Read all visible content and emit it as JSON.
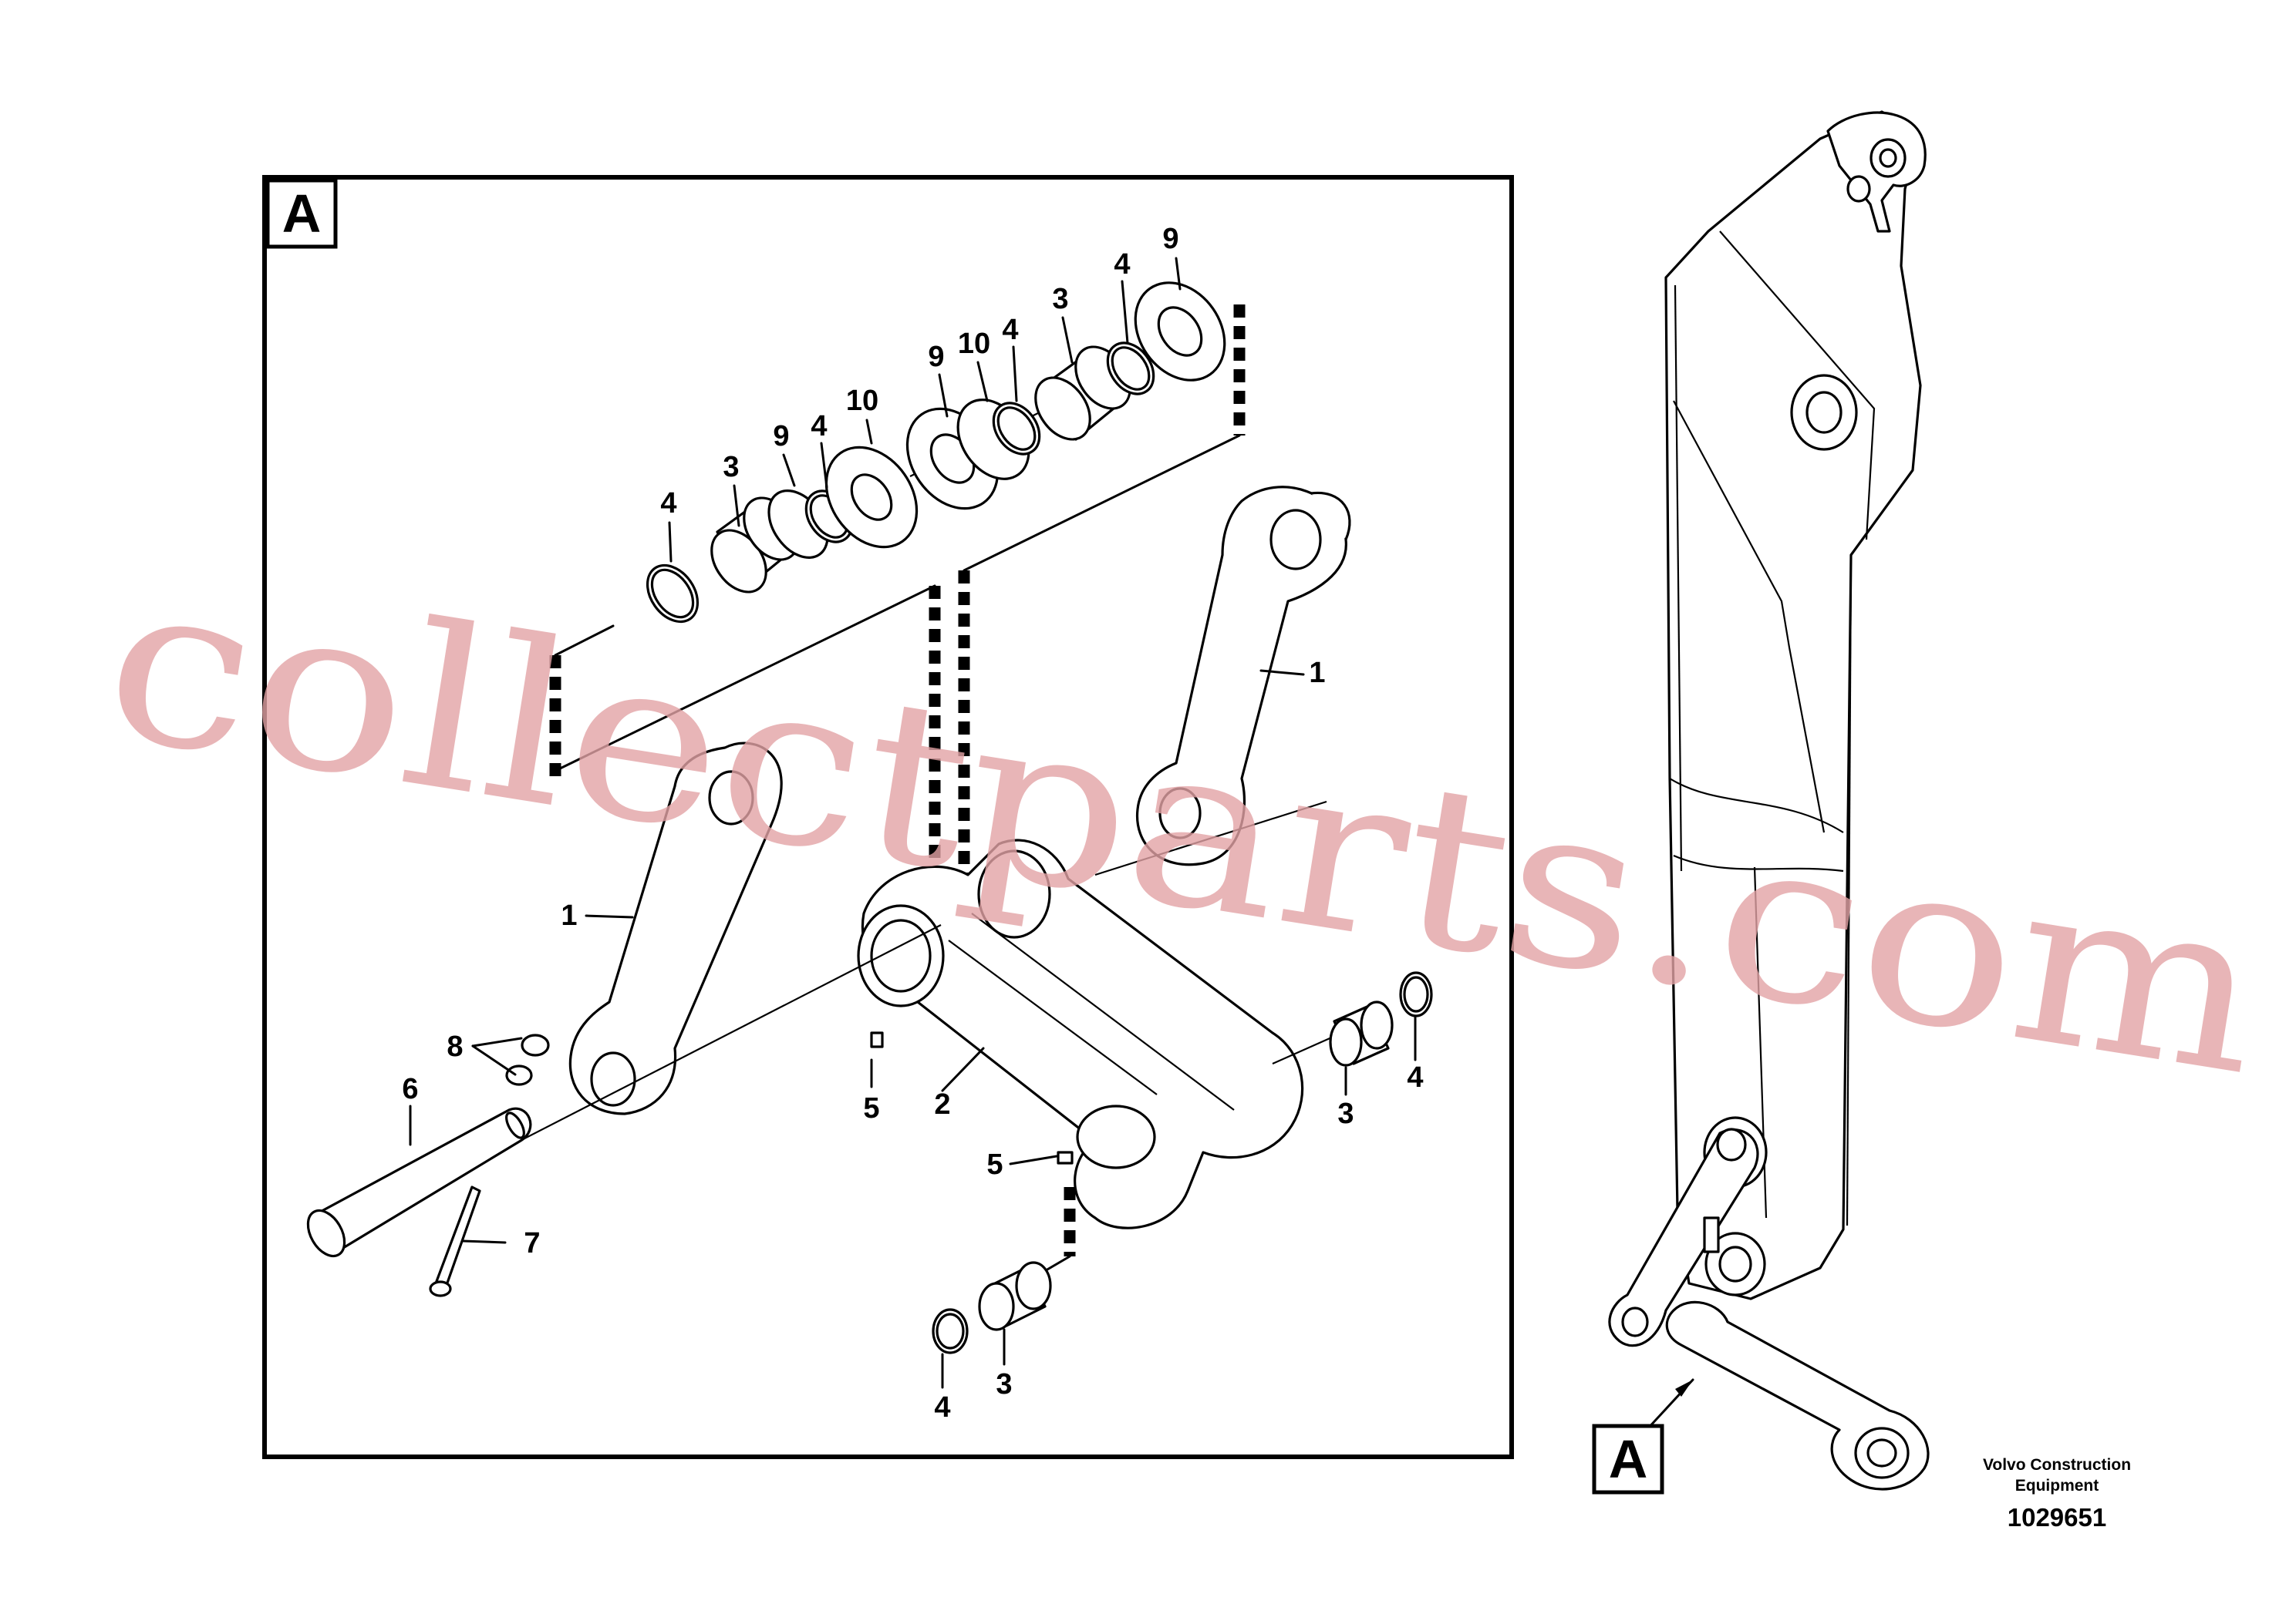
{
  "detail_box": {
    "label": "A",
    "callouts": [
      {
        "id": "c-9-top",
        "text": "9"
      },
      {
        "id": "c-4-top",
        "text": "4"
      },
      {
        "id": "c-3-top",
        "text": "3"
      },
      {
        "id": "c-4-mid",
        "text": "4"
      },
      {
        "id": "c-10-mid",
        "text": "10"
      },
      {
        "id": "c-9-mid",
        "text": "9"
      },
      {
        "id": "c-10-left",
        "text": "10"
      },
      {
        "id": "c-4-left",
        "text": "4"
      },
      {
        "id": "c-9-left",
        "text": "9"
      },
      {
        "id": "c-3-left",
        "text": "3"
      },
      {
        "id": "c-4-far",
        "text": "4"
      },
      {
        "id": "c-1-right",
        "text": "1"
      },
      {
        "id": "c-1-left",
        "text": "1"
      },
      {
        "id": "c-8",
        "text": "8"
      },
      {
        "id": "c-6",
        "text": "6"
      },
      {
        "id": "c-7",
        "text": "7"
      },
      {
        "id": "c-5-upper",
        "text": "5"
      },
      {
        "id": "c-2",
        "text": "2"
      },
      {
        "id": "c-5-lower",
        "text": "5"
      },
      {
        "id": "c-4-right",
        "text": "4"
      },
      {
        "id": "c-3-right",
        "text": "3"
      },
      {
        "id": "c-3-bottom",
        "text": "3"
      },
      {
        "id": "c-4-bottom",
        "text": "4"
      }
    ]
  },
  "overview": {
    "label": "A"
  },
  "caption": {
    "company_line1": "Volvo Construction",
    "company_line2": "Equipment",
    "doc_number": "1029651"
  },
  "watermark": {
    "text": "collectparts.com"
  }
}
